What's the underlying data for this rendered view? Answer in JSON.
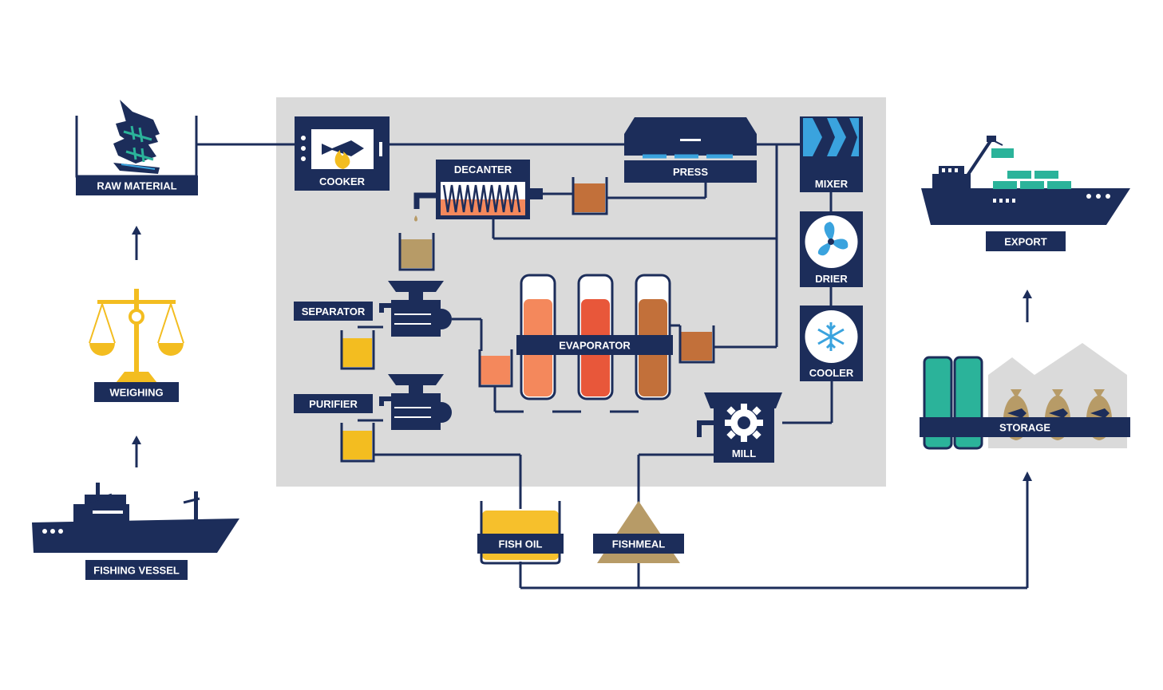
{
  "title": "",
  "colors": {
    "navy": "#1c2d5a",
    "panel": "#dadada",
    "yellow": "#f3bd20",
    "fish_oil": "#f6c02c",
    "brown": "#c2703a",
    "tan": "#b79b67",
    "salmon": "#f4885c",
    "red_orange": "#e8573a",
    "teal": "#2bb39a",
    "light_blue": "#3aa3de",
    "white": "#ffffff"
  },
  "nodes": {
    "raw_material": {
      "label": "RAW MATERIAL"
    },
    "weighing": {
      "label": "WEIGHING"
    },
    "fishing_vessel": {
      "label": "FISHING VESSEL"
    },
    "cooker": {
      "label": "COOKER"
    },
    "decanter": {
      "label": "DECANTER"
    },
    "press": {
      "label": "PRESS"
    },
    "mixer": {
      "label": "MIXER"
    },
    "drier": {
      "label": "DRIER"
    },
    "cooler": {
      "label": "COOLER"
    },
    "separator": {
      "label": "SEPARATOR"
    },
    "purifier": {
      "label": "PURIFIER"
    },
    "evaporator": {
      "label": "EVAPORATOR"
    },
    "mill": {
      "label": "MILL"
    },
    "fish_oil": {
      "label": "FISH OIL"
    },
    "fishmeal": {
      "label": "FISHMEAL"
    },
    "storage": {
      "label": "STORAGE"
    },
    "export": {
      "label": "EXPORT"
    }
  },
  "icons": {
    "fish_bones": "fish-bones-icon",
    "scale": "scale-icon",
    "trawler": "fishing-vessel-icon",
    "flame": "flame-icon",
    "fan": "fan-icon",
    "snowflake": "snowflake-icon",
    "gear": "gear-icon",
    "cargo_ship": "cargo-ship-icon",
    "sack": "sack-icon",
    "arrow_up": "arrow-up-icon"
  }
}
